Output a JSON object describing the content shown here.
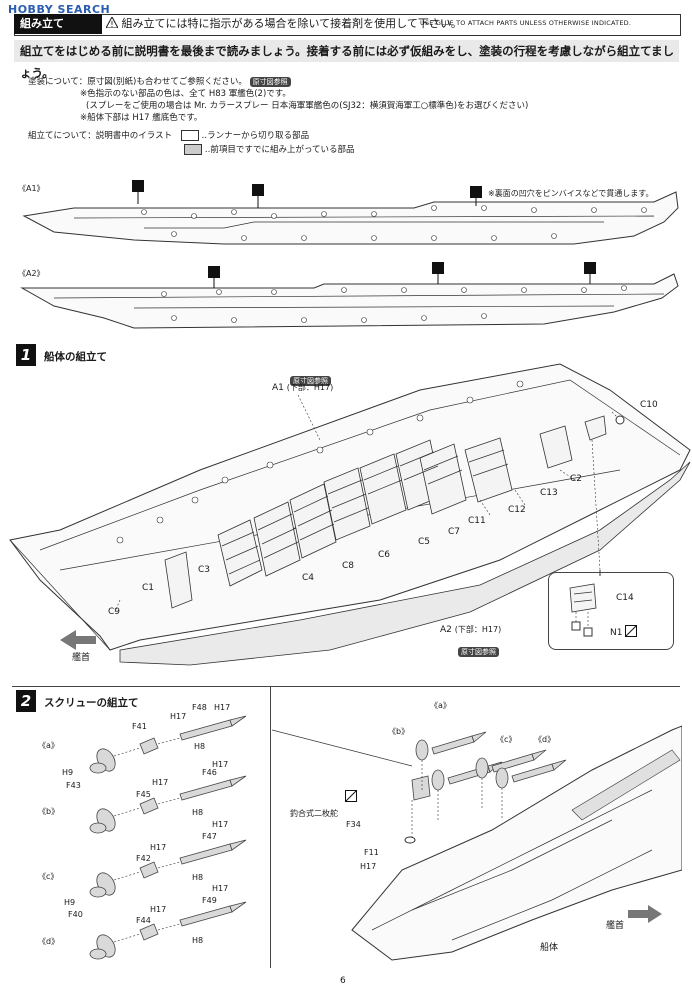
{
  "watermark": "HOBBY SEARCH",
  "header": {
    "title": "組み立て",
    "warning_jp": "組み立てには特に指示がある場合を除いて接着剤を使用して下さい。",
    "warning_en": "USE GLUE TO ATTACH PARTS UNLESS OTHERWISE INDICATED."
  },
  "lead_text": "組立てをはじめる前に説明書を最後まで読みましょう。接着する前には必ず仮組みをし、塗装の行程を考慮しながら組立てましょう。",
  "painting": {
    "line1": "塗装について：原寸図(別紙)も合わせてご参照ください。",
    "badge": "原寸図参照",
    "line2": "※色指示のない部品の色は、全て H83 軍艦色(2)です。",
    "line3": "(スプレーをご使用の場合は Mr. カラースプレー 日本海軍軍艦色の(SJ32：横須賀海軍工○標準色)をお選びください)",
    "line4": "※船体下部は H17 艦底色です。"
  },
  "assembly_legend": {
    "label": "組立てについて：説明書中のイラスト",
    "item1": "‥ランナーから切り取る部品",
    "item2": "‥前項目ですでに組み上がっている部品"
  },
  "hull_strips": {
    "a1_label": "《A1》",
    "a2_label": "《A2》",
    "hole_note": "※裏面の凹穴をピンバイスなどで貫通します。"
  },
  "step1": {
    "number": "1",
    "title": "船体の組立て",
    "badge": "原寸図参照",
    "a1_callout": "A1",
    "a1_sub": "(下部：H17)",
    "a2_callout": "A2",
    "a2_sub": "(下部：H17)",
    "parts": [
      "C10",
      "C2",
      "C13",
      "C12",
      "C11",
      "C7",
      "C5",
      "C6",
      "C8",
      "C4",
      "C3",
      "C1",
      "C9"
    ],
    "detail_part": "C14",
    "detail_part2": "N1",
    "bow_label": "艦首"
  },
  "step2": {
    "number": "2",
    "title": "スクリューの組立て",
    "labels": {
      "a": "《a》",
      "b": "《b》",
      "c": "《c》",
      "d": "《d》",
      "f48": "F48",
      "f41": "F41",
      "f43": "F43",
      "f46": "F46",
      "f45": "F45",
      "f47": "F47",
      "f42": "F42",
      "f49": "F49",
      "f40": "F40",
      "f44": "F44",
      "h8": "H8",
      "h9": "H9",
      "h17": "H17"
    },
    "right": {
      "a": "《a》",
      "b": "《b》",
      "c": "《c》",
      "d": "《d》",
      "f34": "F34",
      "f11": "F11",
      "h17": "H17",
      "note": "釣合式二枚舵",
      "hull": "船体",
      "bow": "艦首"
    }
  },
  "page_number": "6"
}
